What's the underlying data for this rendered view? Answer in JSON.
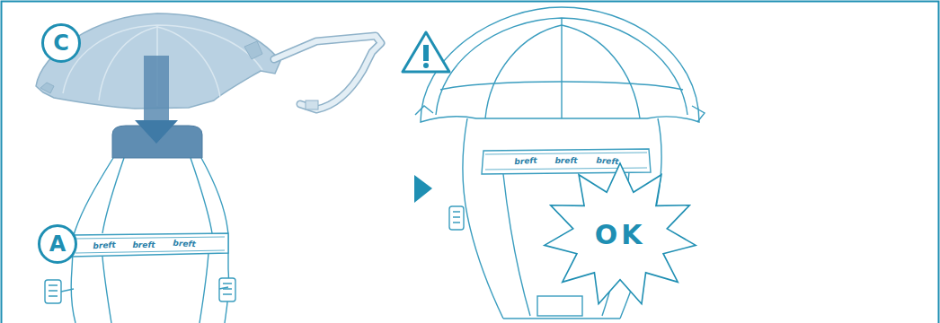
{
  "diagram": {
    "nodes": [
      {
        "text": [
          "C"
        ]
      },
      {
        "text": [
          "A"
        ]
      },
      {
        "text": [
          "OK"
        ]
      }
    ],
    "labels": [
      "breft",
      "breft",
      "breft",
      "breft",
      "breft",
      "breft"
    ]
  }
}
